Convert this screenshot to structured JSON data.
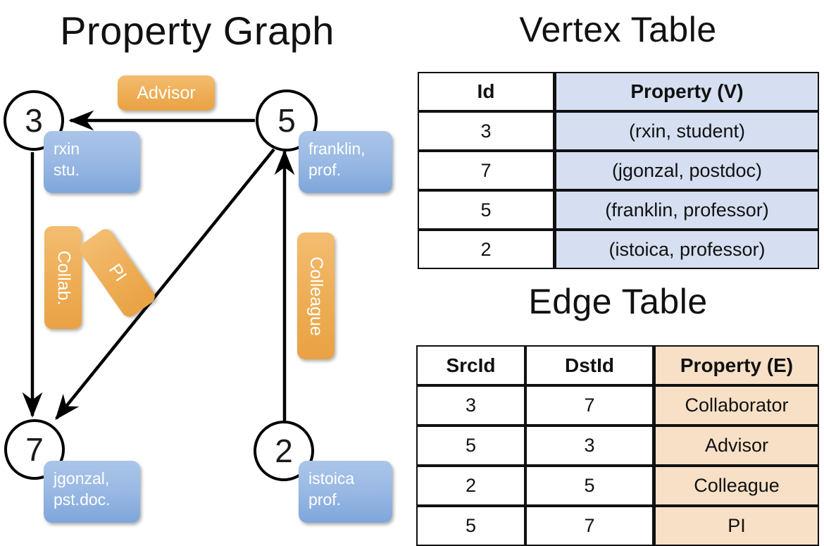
{
  "titles": {
    "property_graph": "Property Graph",
    "vertex_table": "Vertex Table",
    "edge_table": "Edge Table"
  },
  "graph": {
    "nodes": [
      {
        "id": "3",
        "label": "3",
        "property_lines": [
          "rxin",
          "stu."
        ]
      },
      {
        "id": "5",
        "label": "5",
        "property_lines": [
          "franklin,",
          "prof."
        ]
      },
      {
        "id": "7",
        "label": "7",
        "property_lines": [
          "jgonzal,",
          "pst.doc."
        ]
      },
      {
        "id": "2",
        "label": "2",
        "property_lines": [
          "istoica",
          "prof."
        ]
      }
    ],
    "edge_labels": [
      {
        "name": "advisor",
        "text": "Advisor"
      },
      {
        "name": "collab",
        "text": "Collab."
      },
      {
        "name": "pi",
        "text": "PI"
      },
      {
        "name": "colleague",
        "text": "Colleague"
      }
    ],
    "edges": [
      {
        "from": "5",
        "to": "3",
        "label": "Advisor"
      },
      {
        "from": "3",
        "to": "7",
        "label": "Collab."
      },
      {
        "from": "5",
        "to": "7",
        "label": "PI"
      },
      {
        "from": "2",
        "to": "5",
        "label": "Colleague"
      }
    ]
  },
  "vertex_table": {
    "headers": [
      "Id",
      "Property (V)"
    ],
    "rows": [
      [
        "3",
        "(rxin, student)"
      ],
      [
        "7",
        "(jgonzal, postdoc)"
      ],
      [
        "5",
        "(franklin, professor)"
      ],
      [
        "2",
        "(istoica, professor)"
      ]
    ]
  },
  "edge_table": {
    "headers": [
      "SrcId",
      "DstId",
      "Property (E)"
    ],
    "rows": [
      [
        "3",
        "7",
        "Collaborator"
      ],
      [
        "5",
        "3",
        "Advisor"
      ],
      [
        "2",
        "5",
        "Colleague"
      ],
      [
        "5",
        "7",
        "PI"
      ]
    ]
  },
  "colors": {
    "vertex_property_fill": "#d5dff1",
    "edge_property_fill": "#f7e0c6",
    "node_property_box": "#9bbae4",
    "edge_label_box": "#eeae57",
    "border": "#101010",
    "background": "#ffffff"
  }
}
